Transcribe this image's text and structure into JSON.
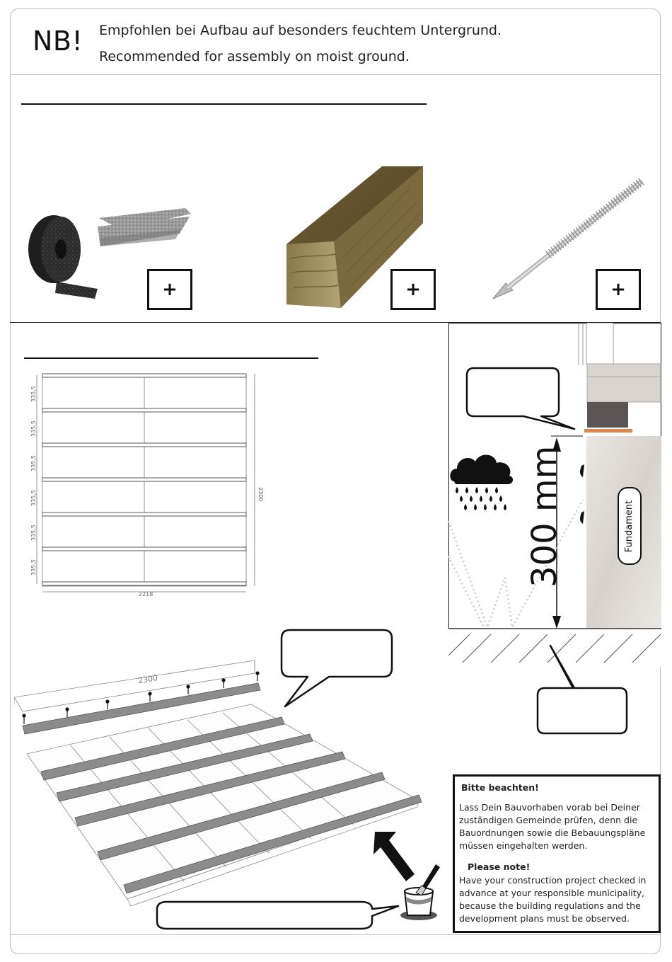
{
  "header": {
    "nb": "NB!",
    "note_de": "Empfohlen bei Aufbau auf besonders feuchtem Untergrund.",
    "note_en": "Recommended for assembly on moist ground."
  },
  "parts": {
    "plus_symbol": "+",
    "items": [
      {
        "icon": "rubber-roll-and-pads-icon"
      },
      {
        "icon": "wooden-beam-icon"
      },
      {
        "icon": "screw-icon"
      }
    ]
  },
  "plan": {
    "row_spacing": "335,5",
    "height": "2300",
    "width": "2218"
  },
  "iso": {
    "length_label": "2300"
  },
  "detail": {
    "distance_label": "300 mm",
    "foundation_label": "Fundament",
    "icons": [
      "rain-cloud-icon",
      "paint-bucket-icon",
      "arrow-up-icon"
    ]
  },
  "notice": {
    "title_de": "Bitte beachten!",
    "text_de": "Lass Dein Bauvorhaben vorab bei Deiner zuständigen Gemeinde prüfen, denn die Bauordnungen sowie die Bebauungspläne müssen eingehalten werden.",
    "title_en": "Please note!",
    "text_en": "Have your construction project checked in advance at your responsible municipality, because the building regulations and the development plans must be observed."
  },
  "colors": {
    "border": "#bdbdbd",
    "beam_gray": "#8c8c8c",
    "wood_light": "#a08f62",
    "wood_dark": "#5e4f2c",
    "ground_hatch": "#555555",
    "pad_orange": "#d9864f"
  }
}
